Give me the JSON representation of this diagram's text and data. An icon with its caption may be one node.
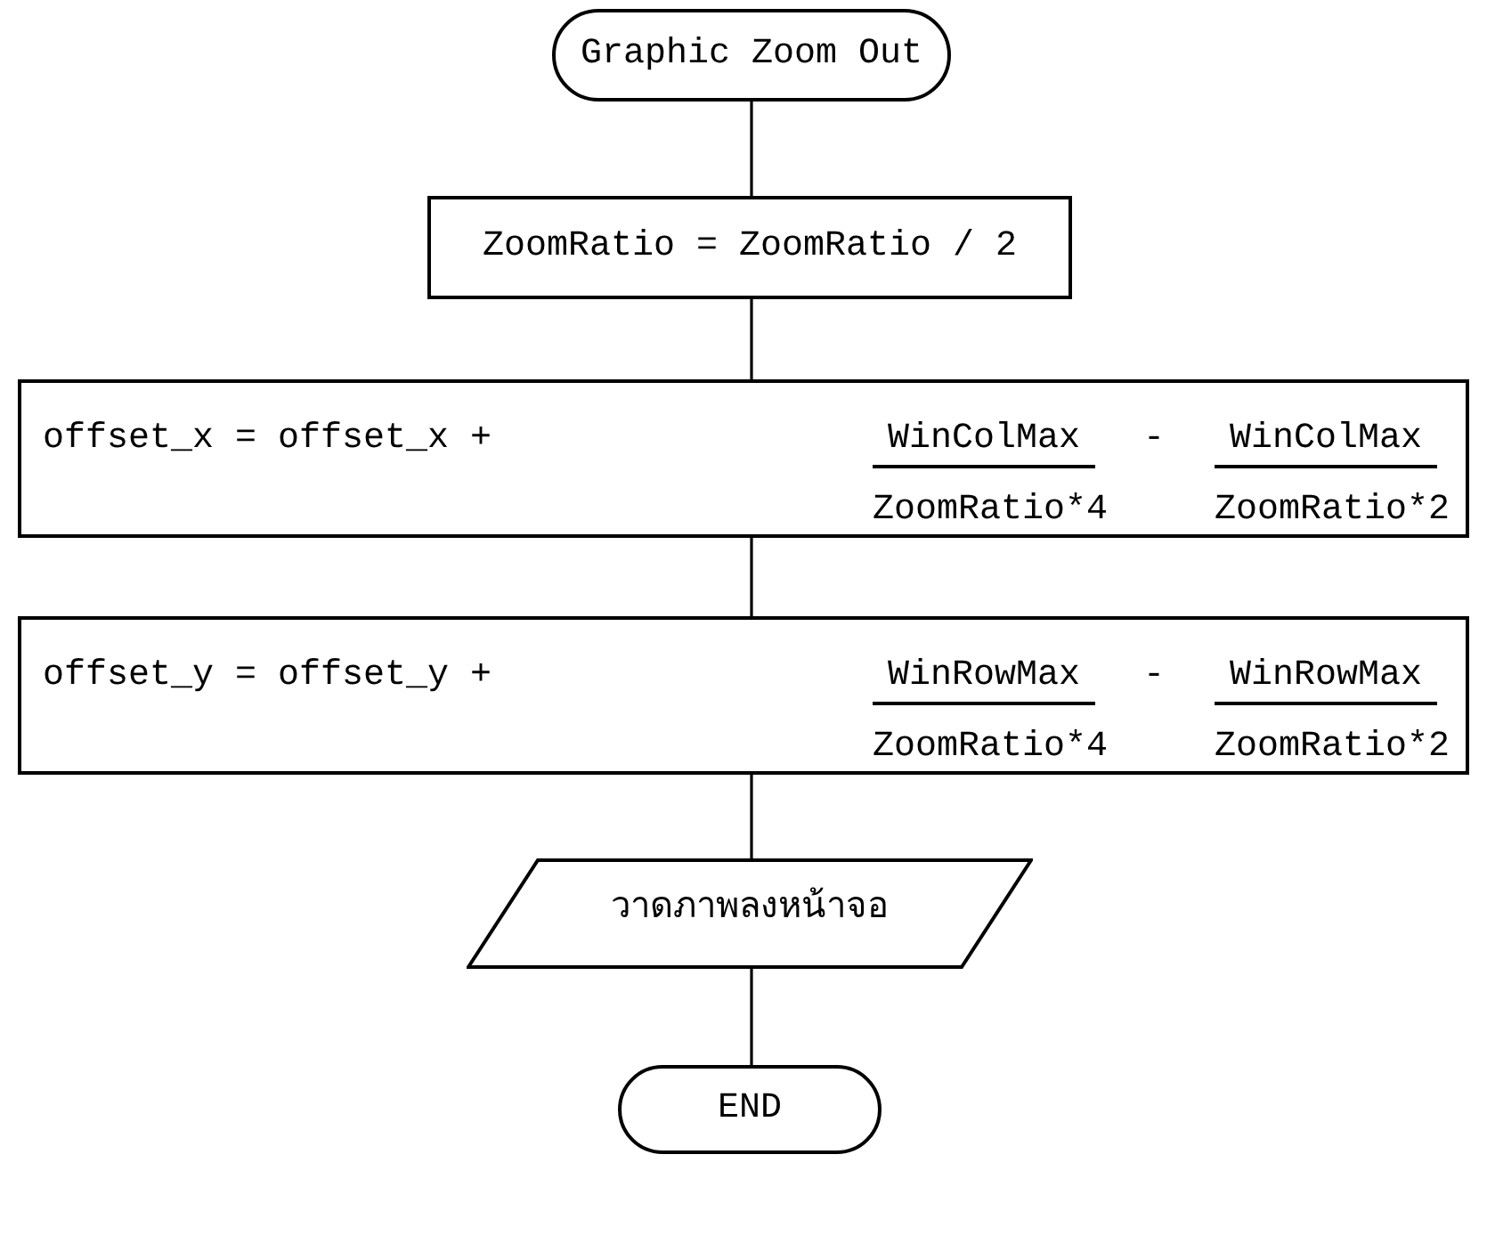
{
  "diagram": {
    "nodes": [
      {
        "text": [
          "Graphic Zoom Out"
        ]
      },
      {
        "text": [
          "ZoomRatio = ZoomRatio / 2"
        ]
      },
      {
        "text": [
          "offset_x = offset_x +",
          "WinColMax",
          "ZoomRatio*4",
          "-",
          "WinColMax",
          "ZoomRatio*2"
        ]
      },
      {
        "text": [
          "offset_y = offset_y +",
          "WinRowMax",
          "ZoomRatio*4",
          "-",
          "WinRowMax",
          "ZoomRatio*2"
        ]
      },
      {
        "text": [
          "วาดภาพลงหน้าจอ"
        ]
      },
      {
        "text": [
          "END"
        ]
      }
    ],
    "edges": [
      {
        "from": 0,
        "to": 1,
        "arrow": "none"
      },
      {
        "from": 1,
        "to": 2,
        "arrow": "none"
      },
      {
        "from": 2,
        "to": 3,
        "arrow": "none"
      },
      {
        "from": 3,
        "to": 4,
        "arrow": "none"
      },
      {
        "from": 4,
        "to": 5,
        "arrow": "none"
      }
    ]
  }
}
